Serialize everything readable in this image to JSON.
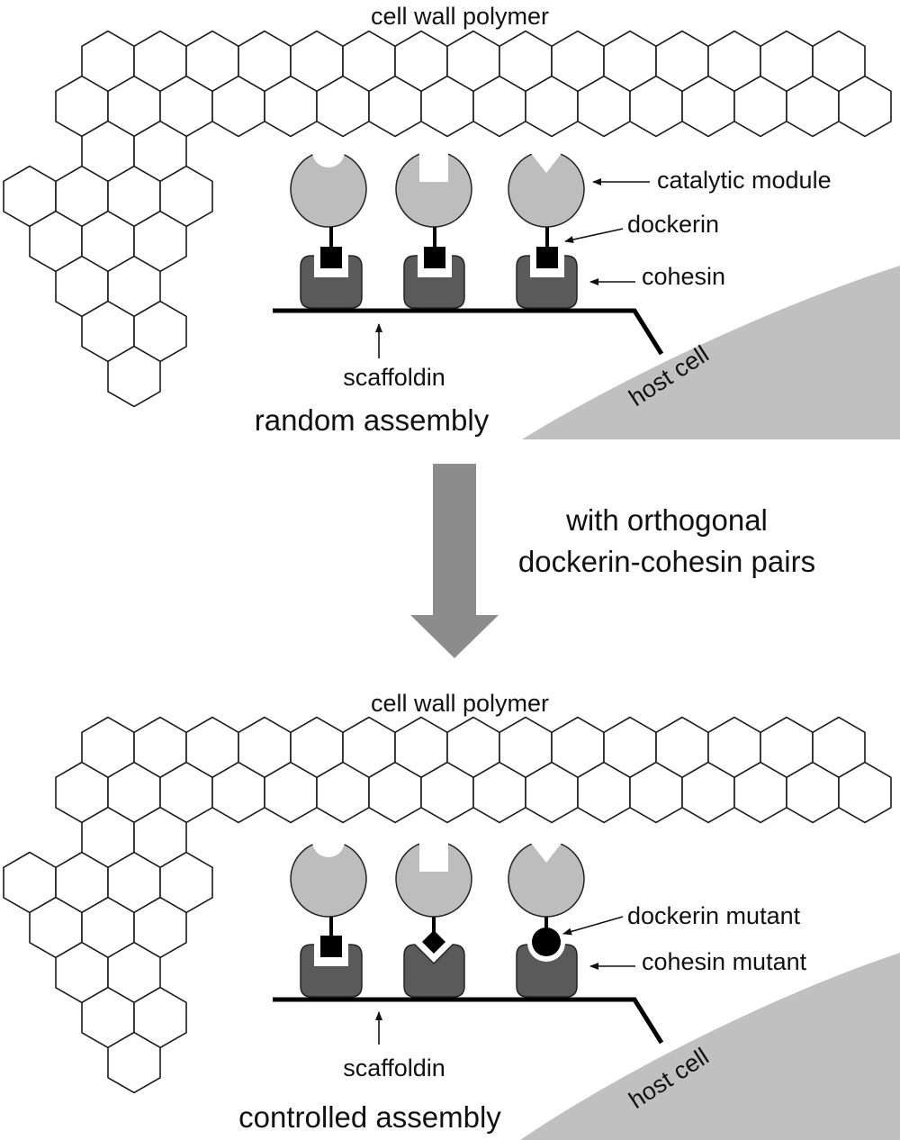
{
  "colors": {
    "catalytic": "#bdbdbd",
    "cohesin": "#5a5a5a",
    "dockerin": "#000000",
    "arrow": "#8c8c8c",
    "host_cell": "#c0c0c0",
    "scaffold": "#000000"
  },
  "top": {
    "polymer_label": "cell wall polymer",
    "catalytic_label": "catalytic module",
    "dockerin_label": "dockerin",
    "cohesin_label": "cohesin",
    "scaffoldin_label": "scaffoldin",
    "host_cell_label": "host cell",
    "caption": "random assembly"
  },
  "transition": {
    "line1": "with orthogonal",
    "line2": "dockerin-cohesin pairs"
  },
  "bottom": {
    "polymer_label": "cell wall polymer",
    "dockerin_label": "dockerin mutant",
    "cohesin_label": "cohesin mutant",
    "scaffoldin_label": "scaffoldin",
    "host_cell_label": "host cell",
    "caption": "controlled assembly"
  }
}
